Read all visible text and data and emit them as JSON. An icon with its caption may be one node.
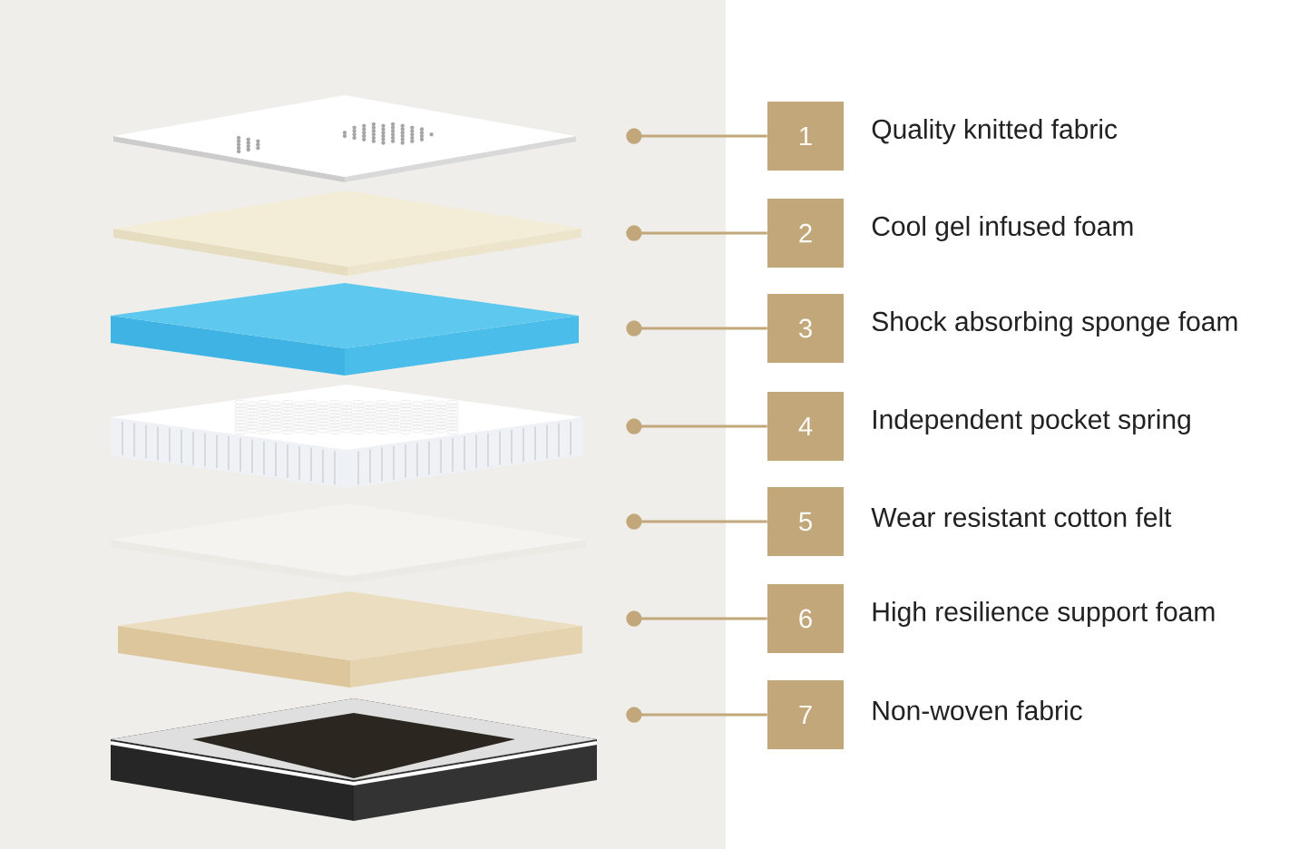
{
  "diagram": {
    "nodes": [
      {
        "text": [],
        "shape": "picture"
      },
      {
        "text": [],
        "shape": "picture"
      },
      {
        "text": [],
        "shape": "picture"
      },
      {
        "text": [],
        "shape": "picture"
      },
      {
        "text": [],
        "shape": "picture"
      },
      {
        "text": [],
        "shape": "picture"
      },
      {
        "text": [],
        "shape": "picture"
      },
      {
        "text": [
          "1"
        ],
        "beside": [
          "Quality knitted fabric"
        ]
      },
      {
        "text": [
          "2"
        ],
        "beside": [
          "Cool gel infused foam"
        ]
      },
      {
        "text": [
          "3"
        ],
        "beside": [
          "Shock absorbing sponge foam"
        ]
      },
      {
        "text": [
          "4"
        ],
        "beside": [
          "Independent pocket spring"
        ]
      },
      {
        "text": [
          "5"
        ],
        "beside": [
          "Wear resistant cotton felt"
        ]
      },
      {
        "text": [
          "6"
        ],
        "beside": [
          "High resilience support foam"
        ]
      },
      {
        "text": [
          "7"
        ],
        "beside": [
          "Non-woven fabric"
        ]
      }
    ],
    "edges": [
      {
        "from": 7,
        "to": 0,
        "arrow": "other"
      },
      {
        "from": 8,
        "to": 1,
        "arrow": "other"
      },
      {
        "from": 9,
        "to": 2,
        "arrow": "other"
      },
      {
        "from": 10,
        "to": 3,
        "arrow": "other"
      },
      {
        "from": 11,
        "to": 4,
        "arrow": "other"
      },
      {
        "from": 12,
        "to": 5,
        "arrow": "other"
      },
      {
        "from": 13,
        "to": 6,
        "arrow": "other"
      }
    ]
  }
}
